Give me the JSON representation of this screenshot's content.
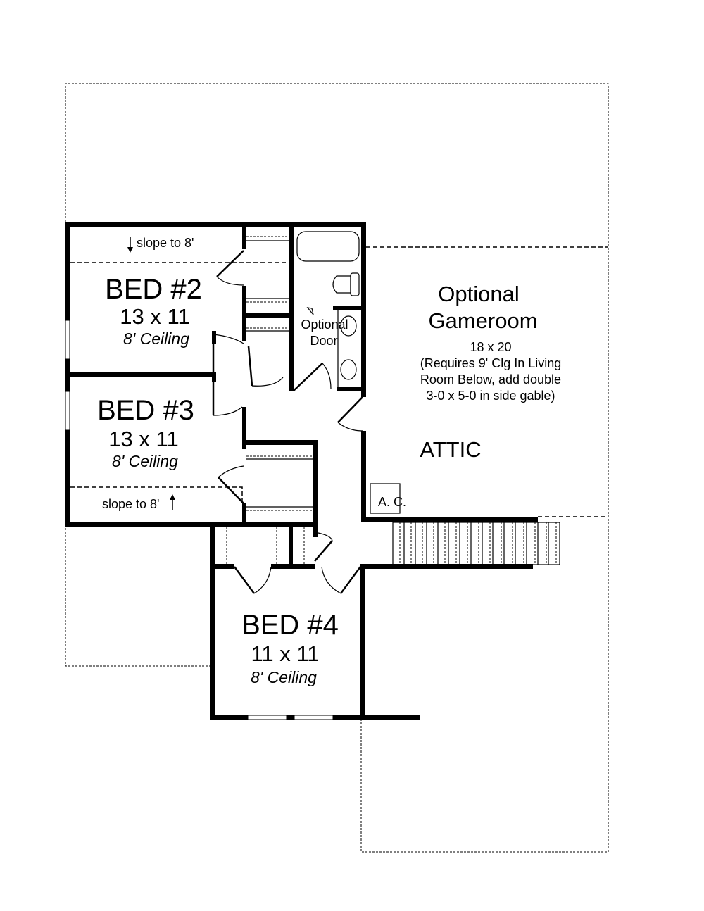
{
  "floor_plan": {
    "rooms": [
      {
        "id": "bed2",
        "name": "BED #2",
        "dimensions": "13 x 11",
        "ceiling": "8' Ceiling",
        "slope_note": "slope to 8'",
        "slope_arrow": "down"
      },
      {
        "id": "bed3",
        "name": "BED #3",
        "dimensions": "13 x 11",
        "ceiling": "8' Ceiling",
        "slope_note": "slope to 8'",
        "slope_arrow": "up"
      },
      {
        "id": "bed4",
        "name": "BED #4",
        "dimensions": "11 x 11",
        "ceiling": "8' Ceiling"
      }
    ],
    "gameroom": {
      "title_line1": "Optional",
      "title_line2": "Gameroom",
      "dimensions": "18 x 20",
      "note_line1": "(Requires 9' Clg In Living",
      "note_line2": "Room Below, add double",
      "note_line3": "3-0 x 5-0 in side gable)"
    },
    "attic": {
      "label": "ATTIC"
    },
    "ac": {
      "label": "A. C."
    },
    "bath": {
      "door_note_line1": "Optional",
      "door_note_line2": "Door"
    },
    "stairs": {
      "tread_count": 16
    }
  }
}
